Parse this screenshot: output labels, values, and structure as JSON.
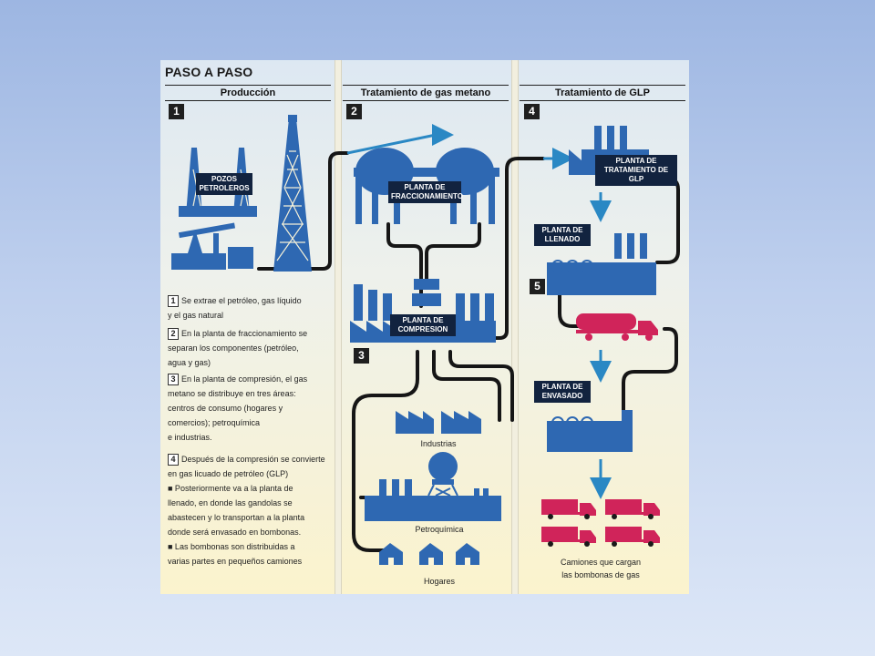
{
  "title": "PASO A PASO",
  "columns": {
    "produccion": "Producción",
    "metano": "Tratamiento de gas metano",
    "glp": "Tratamiento de GLP"
  },
  "step_numbers": [
    "1",
    "2",
    "3",
    "4",
    "5"
  ],
  "labels": {
    "pozos": "POZOS PETROLEROS",
    "fraccionamiento": "PLANTA DE FRACCIONAMIENTO",
    "compresion": "PLANTA DE COMPRESION",
    "tratamiento_glp": "PLANTA DE TRATAMIENTO DE GLP",
    "llenado": "PLANTA DE LLENADO",
    "envasado": "PLANTA DE ENVASADO",
    "industrias": "Industrias",
    "petroquimica": "Petroquímica",
    "hogares": "Hogares",
    "camiones_1": "Camiones que cargan",
    "camiones_2": "las bombonas de gas"
  },
  "steps": {
    "s1_num": "1",
    "s1_line1": "Se extrae el petróleo, gas líquido",
    "s1_line2": "y el gas natural",
    "s2_num": "2",
    "s2_line1": "En la planta de fraccionamiento se",
    "s2_line2": "separan los componentes (petróleo,",
    "s2_line3": "agua y gas)",
    "s3_num": "3",
    "s3_line1": "En la planta de compresión, el gas",
    "s3_line2": "metano se distribuye en tres áreas:",
    "s3_line3": "centros de consumo (hogares y",
    "s3_line4": "comercios); petroquímica",
    "s3_line5": "e industrias.",
    "s4_num": "4",
    "s4_line1": "Después de la compresión se convierte",
    "s4_line2": "en gas licuado de petróleo (GLP)",
    "s4_b1_line1": "■ Posteriormente va a la planta de",
    "s4_b1_line2": "llenado, en donde las gandolas se",
    "s4_b1_line3": "abastecen y lo transportan a la planta",
    "s4_b1_line4": "donde será envasado en bombonas.",
    "s4_b2_line1": "■ Las bombonas son distribuidas a",
    "s4_b2_line2": "varias partes en pequeños camiones"
  },
  "colors": {
    "plant_blue": "#2e68b2",
    "dark_navy": "#12233f",
    "pipe": "#161616",
    "arrow_blue": "#2a88c4",
    "truck_red": "#d0245a"
  }
}
